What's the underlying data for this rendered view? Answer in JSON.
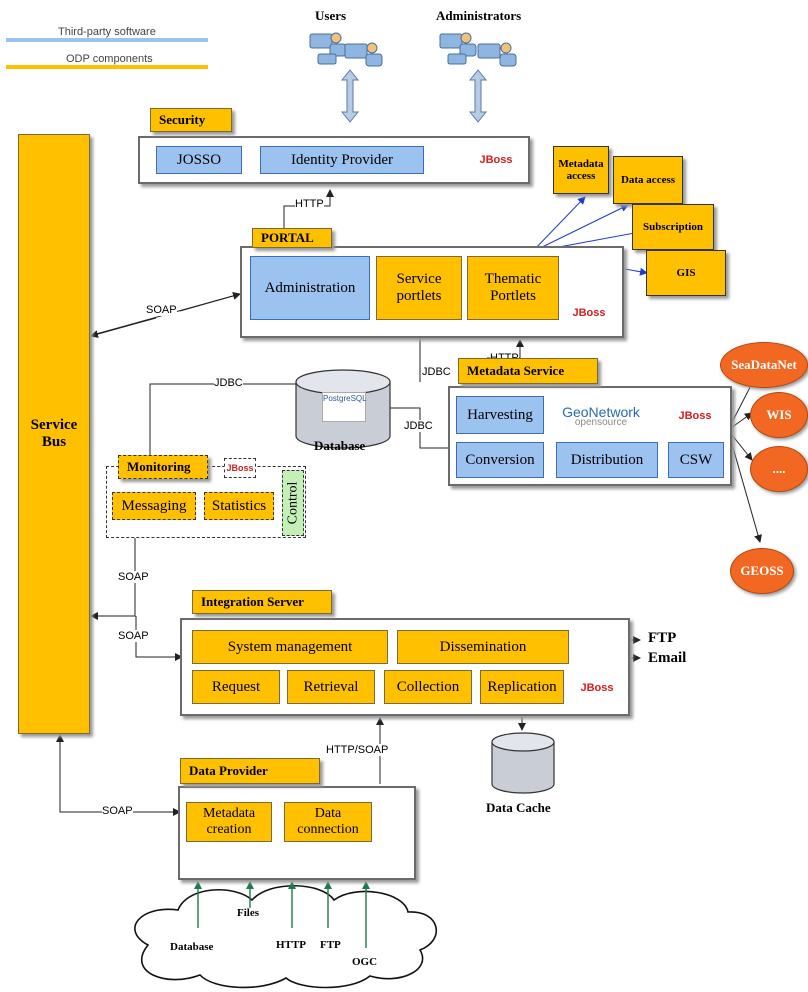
{
  "legend": {
    "third_party": "Third-party software",
    "odp": "ODP components",
    "third_party_color": "#9cc2f0",
    "odp_color": "#ffc000"
  },
  "actors": {
    "users": "Users",
    "administrators": "Administrators"
  },
  "service_bus": {
    "label": "Service\nBus"
  },
  "security": {
    "title": "Security",
    "josso": "JOSSO",
    "identity_provider": "Identity Provider",
    "jboss": "JBoss"
  },
  "portal": {
    "title": "PORTAL",
    "administration": "Administration",
    "service_portlets": "Service portlets",
    "thematic_portlets": "Thematic Portlets",
    "jboss": "JBoss"
  },
  "portlet_targets": {
    "metadata_access": "Metadata access",
    "data_access": "Data access",
    "subscription": "Subscription",
    "gis": "GIS"
  },
  "database": {
    "label": "Database",
    "logo": "PostgreSQL"
  },
  "monitoring": {
    "title": "Monitoring",
    "messaging": "Messaging",
    "statistics": "Statistics",
    "control": "Control",
    "jboss": "JBoss"
  },
  "metadata_service": {
    "title": "Metadata Service",
    "harvesting": "Harvesting",
    "geonetwork": "GeoNetwork",
    "geonetwork_sub": "opensource",
    "conversion": "Conversion",
    "distribution": "Distribution",
    "csw": "CSW",
    "jboss": "JBoss"
  },
  "external": {
    "seadatanet": "SeaDataNet",
    "wis": "WIS",
    "more": "....",
    "geoss": "GEOSS"
  },
  "integration_server": {
    "title": "Integration Server",
    "system_management": "System management",
    "dissemination": "Dissemination",
    "request": "Request",
    "retrieval": "Retrieval",
    "collection": "Collection",
    "replication": "Replication",
    "jboss": "JBoss"
  },
  "outputs": {
    "ftp": "FTP",
    "email": "Email"
  },
  "data_cache": {
    "label": "Data Cache"
  },
  "data_provider": {
    "title": "Data Provider",
    "metadata_creation": "Metadata creation",
    "data_connection": "Data connection"
  },
  "sources": {
    "database": "Database",
    "files": "Files",
    "http": "HTTP",
    "ftp": "FTP",
    "ogc": "OGC"
  },
  "connectors": {
    "http_security": "HTTP",
    "soap_portal": "SOAP",
    "jdbc_portal": "JDBC",
    "http_metadata": "HTTP",
    "jdbc_monitoring": "JDBC",
    "jdbc_metadata": "JDBC",
    "soap_monitoring": "SOAP",
    "soap_integration": "SOAP",
    "http_soap": "HTTP/SOAP",
    "soap_provider": "SOAP"
  }
}
